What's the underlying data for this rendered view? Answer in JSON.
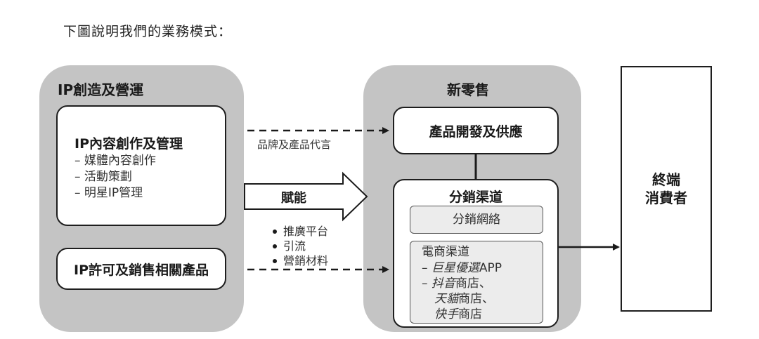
{
  "caption": "下圖說明我們的業務模式：",
  "left_panel": {
    "title": "IP創造及營運",
    "content_box": {
      "title": "IP內容創作及管理",
      "items": [
        "– 媒體內容創作",
        "– 活動策劃",
        "– 明星IP管理"
      ]
    },
    "licensing_box": "IP許可及銷售相關產品"
  },
  "flows": {
    "top_label": "品牌及產品代言",
    "arrow_label": "賦能",
    "bullets": [
      "推廣平台",
      "引流",
      "營銷材料"
    ]
  },
  "right_panel": {
    "title": "新零售",
    "product_box": "產品開發及供應",
    "distribution": {
      "title": "分銷渠道",
      "network": "分銷網絡",
      "ecommerce": {
        "title": "電商渠道",
        "line1_prefix": "– ",
        "line1_italic": "巨星優選",
        "line1_suffix": "APP",
        "line2_prefix": "– ",
        "line2_italic": "抖音",
        "line2_suffix": "商店、",
        "line3_italic": "天貓",
        "line3_suffix": "商店、",
        "line4_italic": "快手",
        "line4_suffix": "商店"
      }
    }
  },
  "consumer": "終端\n消費者"
}
